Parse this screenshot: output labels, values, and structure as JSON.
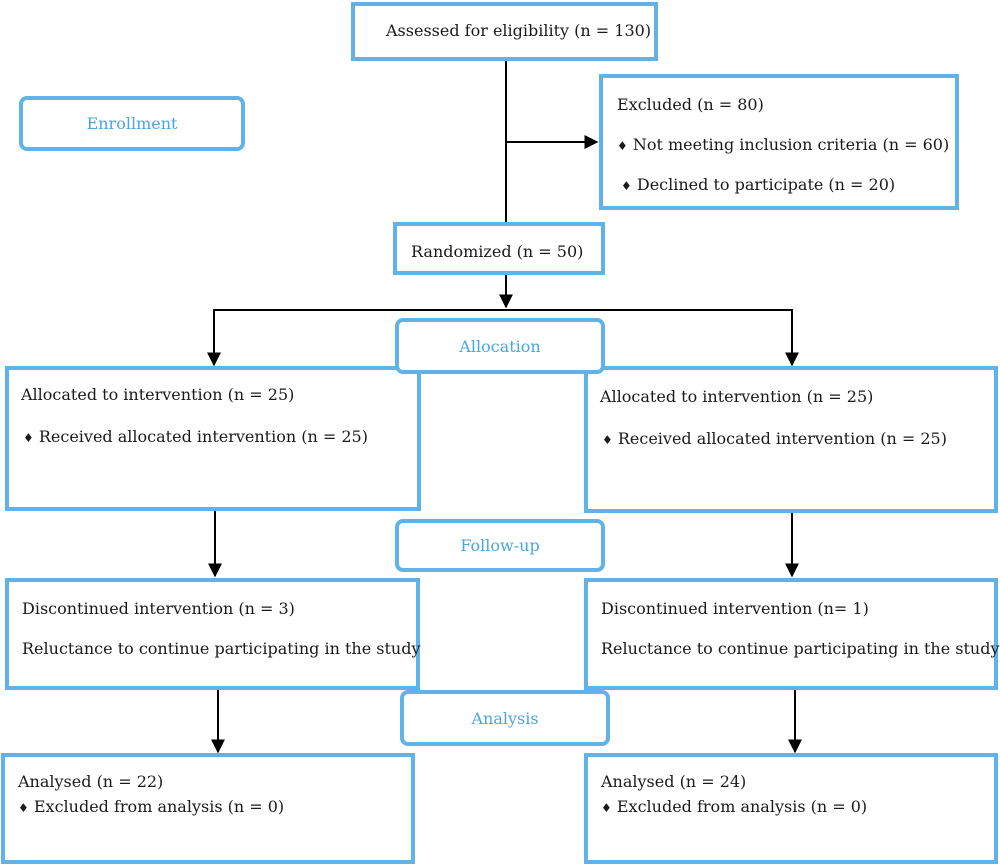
{
  "colors": {
    "box_border": "#5fb3e8",
    "stage_text": "#4aa6de",
    "connector": "#000000"
  },
  "icons": {
    "bullet": "black-diamond-bullet"
  },
  "stages": {
    "enrollment": "Enrollment",
    "allocation": "Allocation",
    "follow_up": "Follow-up",
    "analysis": "Analysis"
  },
  "assessed": {
    "text": "Assessed for eligibility (n = 130)"
  },
  "excluded": {
    "title": "Excluded (n =  80)",
    "items": [
      {
        "bullet": "♦",
        "text": "Not meeting inclusion criteria (n = 60)"
      },
      {
        "bullet": "♦",
        "text": "Declined to participate (n = 20)"
      }
    ]
  },
  "randomized": {
    "text": "Randomized (n = 50)"
  },
  "allocation_left": {
    "title": "Allocated to intervention (n = 25)",
    "items": [
      {
        "bullet": "♦",
        "text": "Received allocated intervention (n = 25)"
      }
    ]
  },
  "allocation_right": {
    "title": "Allocated to intervention (n = 25)",
    "items": [
      {
        "bullet": "♦",
        "text": "Received allocated intervention (n = 25)"
      }
    ]
  },
  "followup_left": {
    "title": "Discontinued intervention (n = 3)",
    "reason": "Reluctance to continue participating in the study"
  },
  "followup_right": {
    "title": "Discontinued intervention (n= 1)",
    "reason": "Reluctance to continue participating in the study"
  },
  "analysis_left": {
    "title": "Analysed (n = 22)",
    "items": [
      {
        "bullet": "♦",
        "text": "Excluded from analysis (n = 0)"
      }
    ]
  },
  "analysis_right": {
    "title": "Analysed (n = 24)",
    "items": [
      {
        "bullet": "♦",
        "text": "Excluded from analysis (n = 0)"
      }
    ]
  }
}
